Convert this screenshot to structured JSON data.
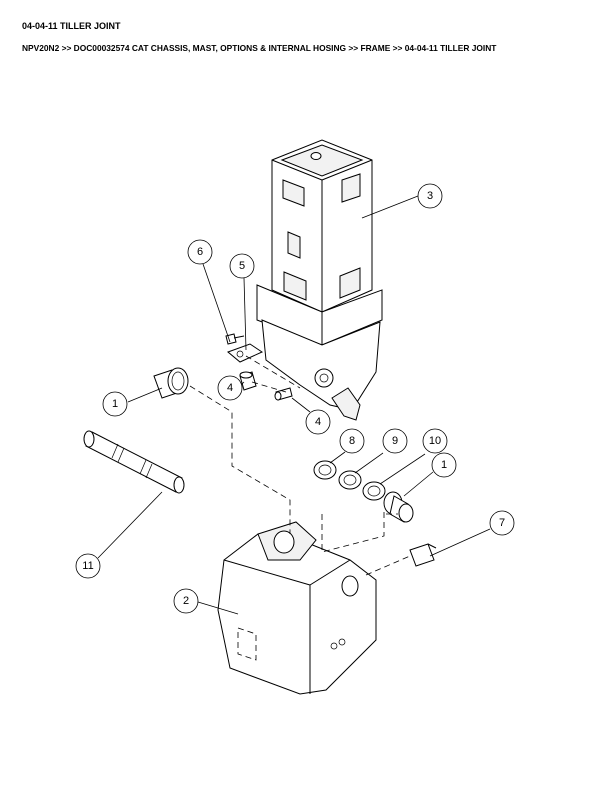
{
  "header": {
    "title": "04-04-11 TILLER JOINT",
    "breadcrumb": "NPV20N2 >> DOC00032574 CAT CHASSIS, MAST, OPTIONS & INTERNAL HOSING >> FRAME >> 04-04-11 TILLER JOINT"
  },
  "callouts": [
    {
      "id": "callout-1-left",
      "label": "1"
    },
    {
      "id": "callout-1-right",
      "label": "1"
    },
    {
      "id": "callout-2",
      "label": "2"
    },
    {
      "id": "callout-3",
      "label": "3"
    },
    {
      "id": "callout-4-upper",
      "label": "4"
    },
    {
      "id": "callout-4-lower",
      "label": "4"
    },
    {
      "id": "callout-5",
      "label": "5"
    },
    {
      "id": "callout-6",
      "label": "6"
    },
    {
      "id": "callout-7",
      "label": "7"
    },
    {
      "id": "callout-8",
      "label": "8"
    },
    {
      "id": "callout-9",
      "label": "9"
    },
    {
      "id": "callout-10",
      "label": "10"
    },
    {
      "id": "callout-11",
      "label": "11"
    }
  ]
}
